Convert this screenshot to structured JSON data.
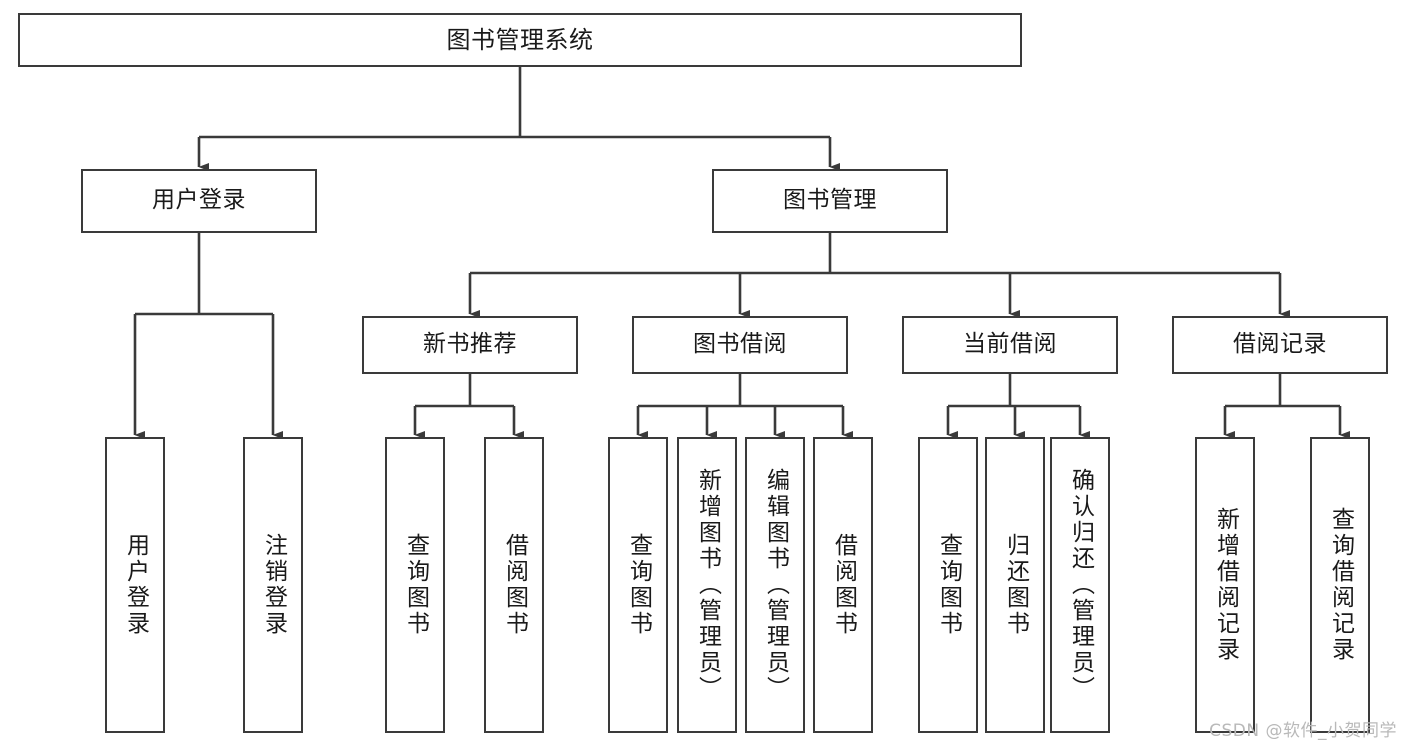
{
  "diagram": {
    "title": "图书管理系统",
    "type": "tree-hierarchy",
    "orientation": "top-down",
    "style": {
      "box_fill": "#ffffff",
      "box_stroke": "#3a3a3a",
      "edge_stroke": "#3a3a3a",
      "text_color": "#1a1a1a",
      "background": "#ffffff"
    },
    "root": {
      "label": "图书管理系统"
    },
    "level2": [
      {
        "label": "用户登录"
      },
      {
        "label": "图书管理"
      }
    ],
    "level3": [
      {
        "label": "新书推荐"
      },
      {
        "label": "图书借阅"
      },
      {
        "label": "当前借阅"
      },
      {
        "label": "借阅记录"
      }
    ],
    "leaves": {
      "user_login": [
        {
          "label": "用户登录"
        },
        {
          "label": "注销登录"
        }
      ],
      "new_book_recommend": [
        {
          "label": "查询图书"
        },
        {
          "label": "借阅图书"
        }
      ],
      "book_borrow": [
        {
          "label": "查询图书"
        },
        {
          "label": "新增图书（管理员）"
        },
        {
          "label": "编辑图书（管理员）"
        },
        {
          "label": "借阅图书"
        }
      ],
      "current_borrow": [
        {
          "label": "查询图书"
        },
        {
          "label": "归还图书"
        },
        {
          "label": "确认归还（管理员）"
        }
      ],
      "borrow_record": [
        {
          "label": "新增借阅记录"
        },
        {
          "label": "查询借阅记录"
        }
      ]
    }
  },
  "watermark": {
    "text": "CSDN @软件_小贺同学"
  }
}
